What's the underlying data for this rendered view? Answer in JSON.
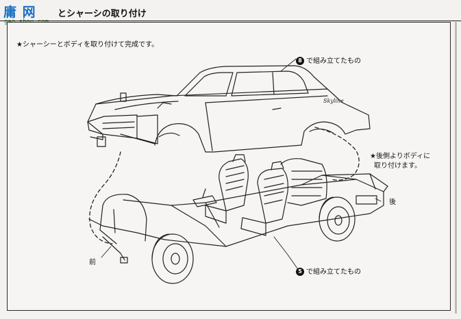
{
  "logo": {
    "brand": "庸 网",
    "domain": "gao.shou.com"
  },
  "page_title": "とシャーシの取り付け",
  "instruction": "★シャーシーとボディを取り付けて完成です。",
  "callouts": {
    "body_step": {
      "number": "8",
      "text": "で組み立てたもの"
    },
    "chassis_step": {
      "number": "5",
      "text": "で組み立てたもの"
    }
  },
  "side_note": {
    "line1": "★後側よりボディに",
    "line2": "取り付けます。"
  },
  "labels": {
    "rear": "後",
    "front": "前",
    "body_badge": "Skyline"
  }
}
